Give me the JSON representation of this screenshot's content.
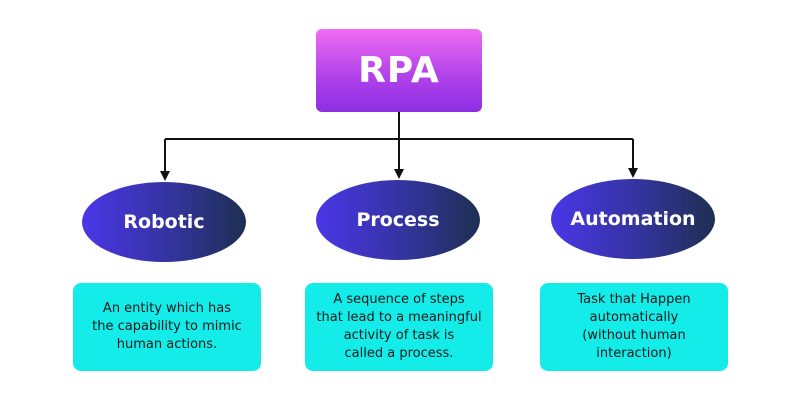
{
  "diagram": {
    "root": {
      "label": "RPA"
    },
    "nodes": [
      {
        "label": "Robotic",
        "description_lines": [
          "An entity which has",
          "the capability to mimic",
          "human actions."
        ]
      },
      {
        "label": "Process",
        "description_lines": [
          "A sequence of steps",
          "that lead to a meaningful",
          "activity of task is",
          "called a process."
        ]
      },
      {
        "label": "Automation",
        "description_lines": [
          "Task that Happen",
          "automatically",
          "(without human",
          "interaction)"
        ]
      }
    ],
    "colors": {
      "root_gradient": [
        "#f06cf2",
        "#8c2fe2"
      ],
      "oval_gradient": [
        "#4a36e8",
        "#1e2f52"
      ],
      "description_fill": "#14ecea",
      "connector": "#111111"
    }
  }
}
